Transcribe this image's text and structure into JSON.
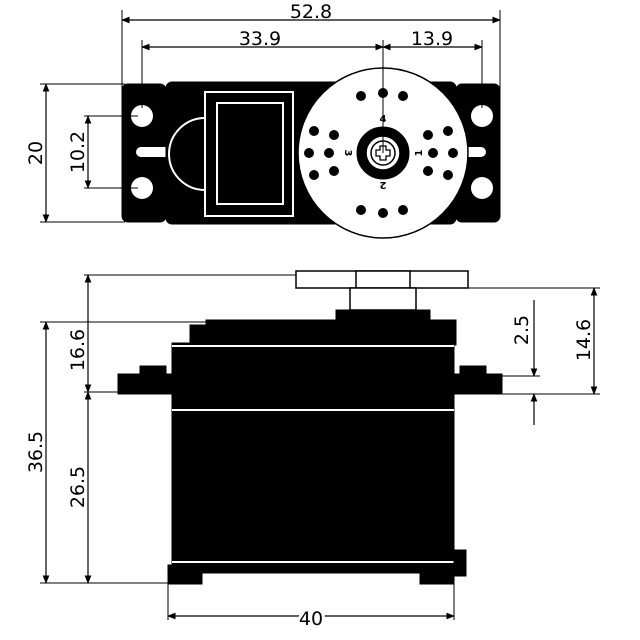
{
  "top_view": {
    "dims": {
      "overall_length": "52.8",
      "center_to_left": "33.9",
      "center_to_right": "13.9",
      "width": "20",
      "hole_spacing": "10.2"
    },
    "horn_labels": [
      "4",
      "3",
      "1",
      "2"
    ]
  },
  "side_view": {
    "dims": {
      "total_height": "36.5",
      "upper_height": "16.6",
      "lower_height": "26.5",
      "spline_offset": "2.5",
      "horn_height": "14.6",
      "body_width": "40"
    }
  },
  "colors": {
    "ink": "#000000",
    "paper": "#ffffff"
  }
}
